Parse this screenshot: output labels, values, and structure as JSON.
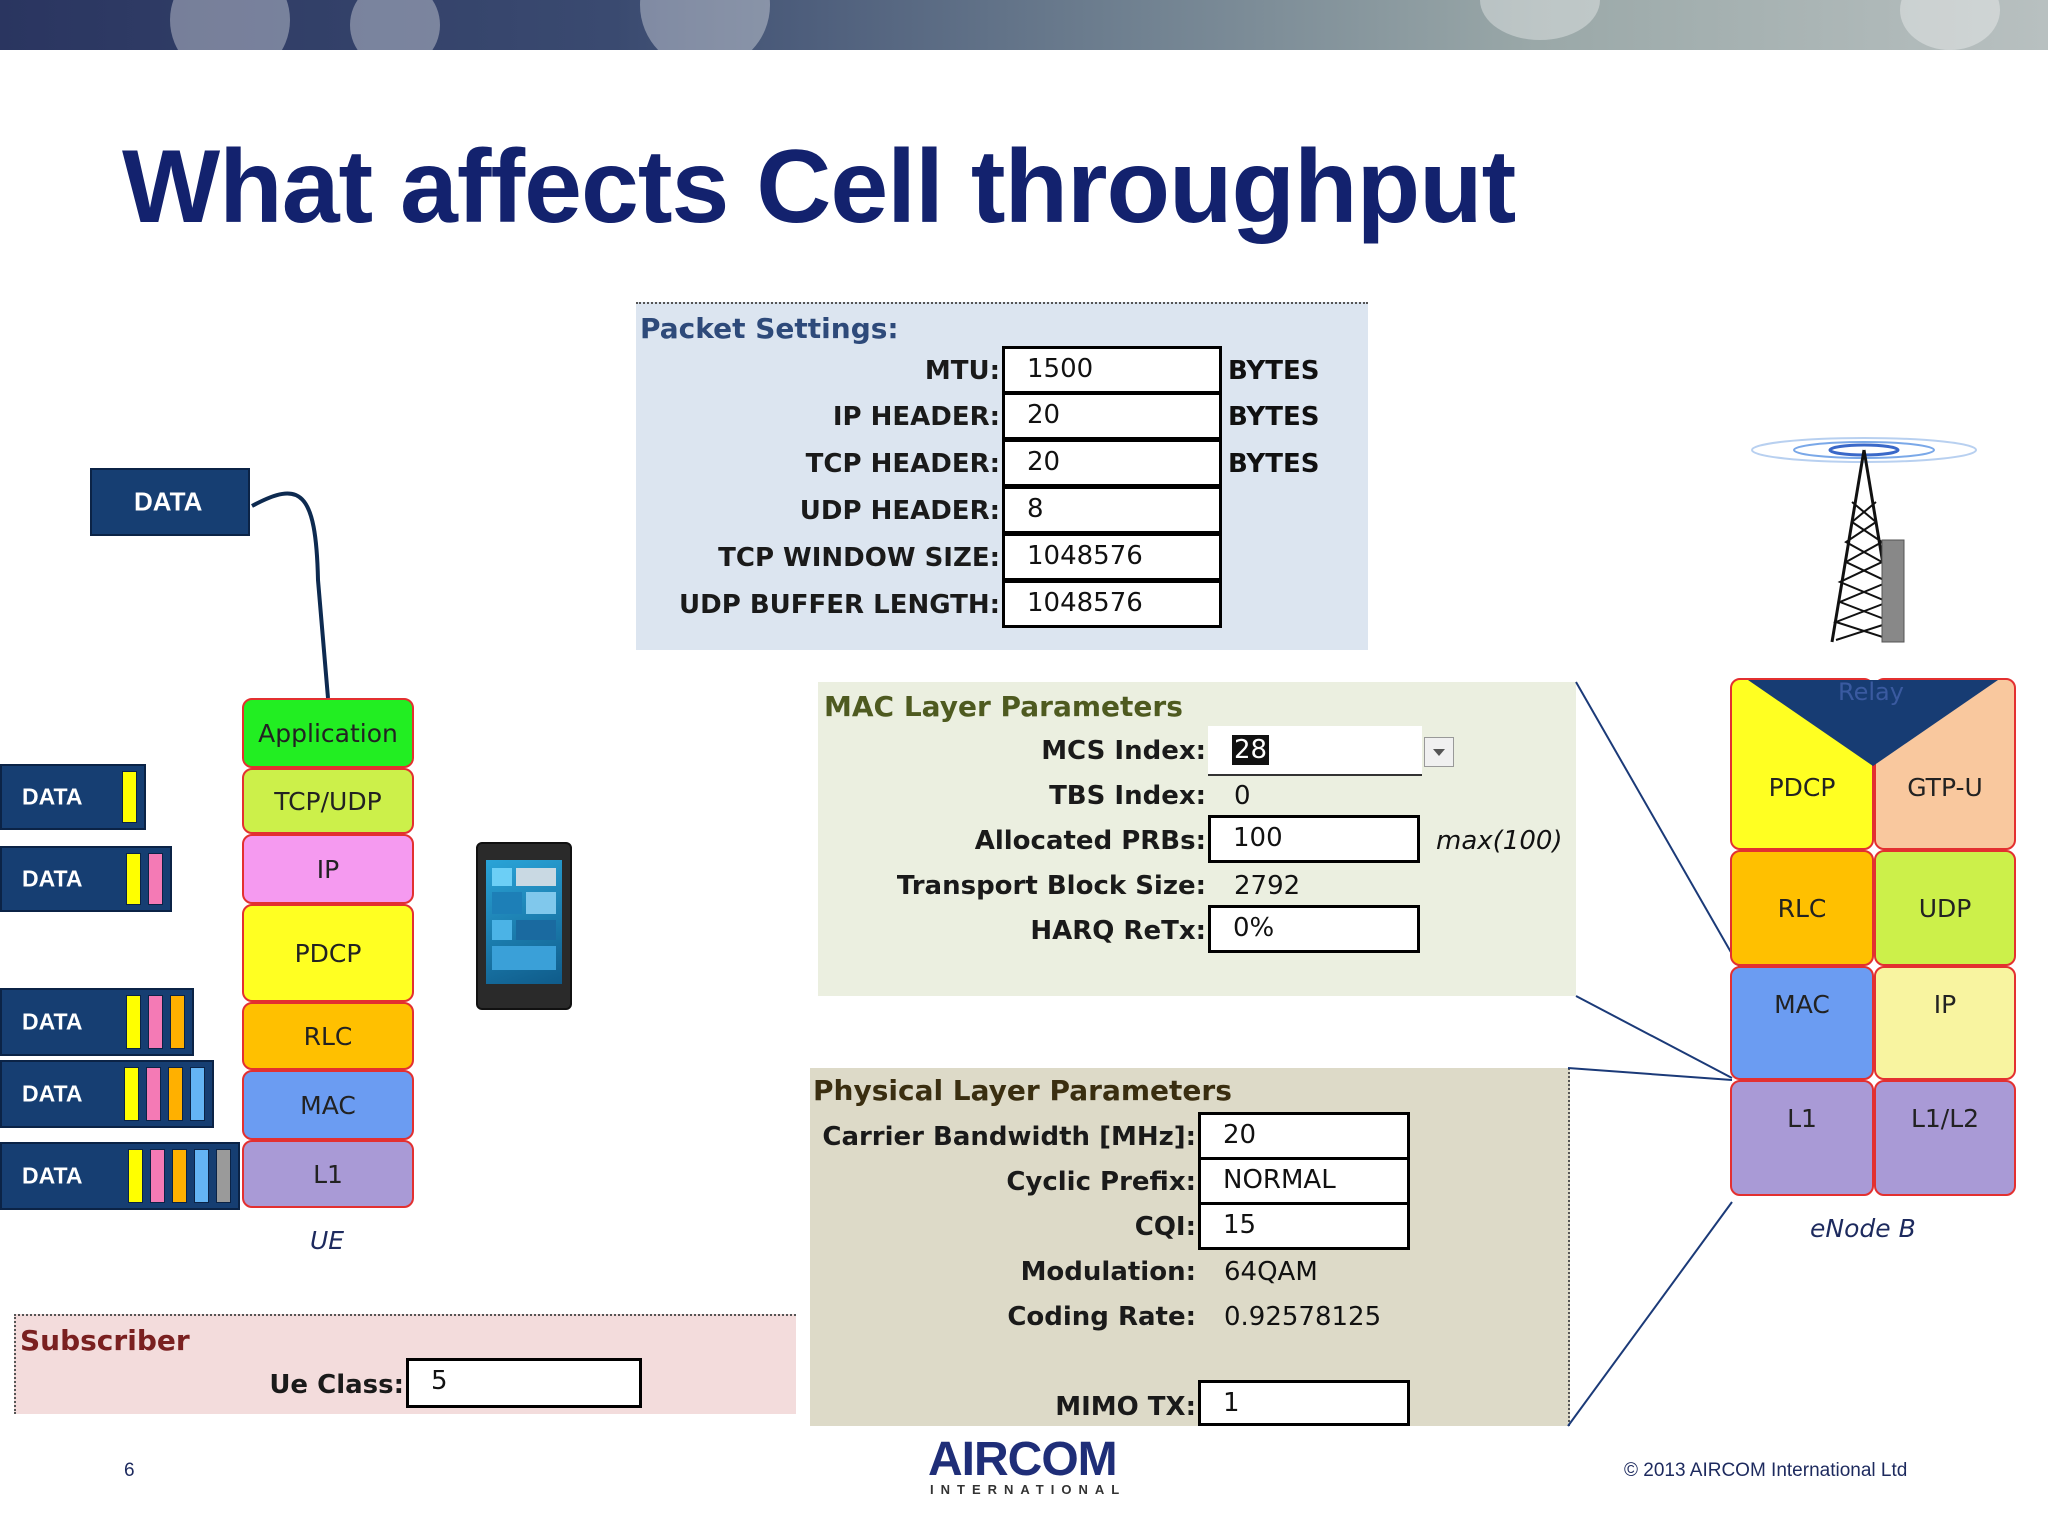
{
  "slide": {
    "title": "What affects Cell throughput",
    "page_number": "6",
    "copyright": "© 2013 AIRCOM International Ltd",
    "logo_main": "AIRCOM",
    "logo_sub": "INTERNATIONAL"
  },
  "packet_settings": {
    "title": "Packet Settings:",
    "rows": [
      {
        "label": "MTU:",
        "value": "1500",
        "unit": "BYTES"
      },
      {
        "label": "IP HEADER:",
        "value": "20",
        "unit": "BYTES"
      },
      {
        "label": "TCP HEADER:",
        "value": "20",
        "unit": "BYTES"
      },
      {
        "label": "UDP HEADER:",
        "value": "8",
        "unit": ""
      },
      {
        "label": "TCP WINDOW SIZE:",
        "value": "1048576",
        "unit": ""
      },
      {
        "label": "UDP BUFFER LENGTH:",
        "value": "1048576",
        "unit": ""
      }
    ]
  },
  "mac": {
    "title": "MAC Layer Parameters",
    "mcs_label": "MCS Index:",
    "mcs_value": "28",
    "tbs_label": "TBS Index:",
    "tbs_value": "0",
    "prb_label": "Allocated PRBs:",
    "prb_value": "100",
    "prb_max": "max(100)",
    "tbsize_label": "Transport Block Size:",
    "tbsize_value": "2792",
    "harq_label": "HARQ ReTx:",
    "harq_value": "0%"
  },
  "phy": {
    "title": "Physical Layer Parameters",
    "bw_label": "Carrier Bandwidth [MHz]:",
    "bw_value": "20",
    "cp_label": "Cyclic Prefix:",
    "cp_value": "NORMAL",
    "cqi_label": "CQI:",
    "cqi_value": "15",
    "mod_label": "Modulation:",
    "mod_value": "64QAM",
    "cr_label": "Coding Rate:",
    "cr_value": "0.92578125",
    "mimo_label": "MIMO TX:",
    "mimo_value": "1"
  },
  "subscriber": {
    "title": "Subscriber",
    "ue_class_label": "Ue Class:",
    "ue_class_value": "5"
  },
  "ue_stack": {
    "caption": "UE",
    "data_label": "DATA",
    "layers": [
      "Application",
      "TCP/UDP",
      "IP",
      "PDCP",
      "RLC",
      "MAC",
      "L1"
    ],
    "colors": {
      "application": "#22ee22",
      "tcpudp": "#ccf04a",
      "ip": "#f59af0",
      "pdcp": "#ffff22",
      "rlc": "#ffc000",
      "mac": "#6b9cf2",
      "l1": "#a99ad6"
    }
  },
  "enodeb": {
    "caption": "eNode B",
    "relay_label": "Relay",
    "left_layers": [
      "PDCP",
      "RLC",
      "MAC",
      "L1"
    ],
    "right_layers": [
      "GTP-U",
      "UDP",
      "IP",
      "L1/L2"
    ]
  },
  "data_packets": [
    {
      "label": "DATA",
      "stripes": [
        "#ffff00"
      ]
    },
    {
      "label": "DATA",
      "stripes": [
        "#ffff00",
        "#f47ab5"
      ]
    },
    {
      "label": "DATA",
      "stripes": [
        "#ffff00",
        "#f47ab5",
        "#ffb000"
      ]
    },
    {
      "label": "DATA",
      "stripes": [
        "#ffff00",
        "#f47ab5",
        "#ffb000",
        "#64b4f4"
      ]
    },
    {
      "label": "DATA",
      "stripes": [
        "#ffff00",
        "#f47ab5",
        "#ffb000",
        "#64b4f4",
        "#9a9a9a"
      ]
    }
  ]
}
